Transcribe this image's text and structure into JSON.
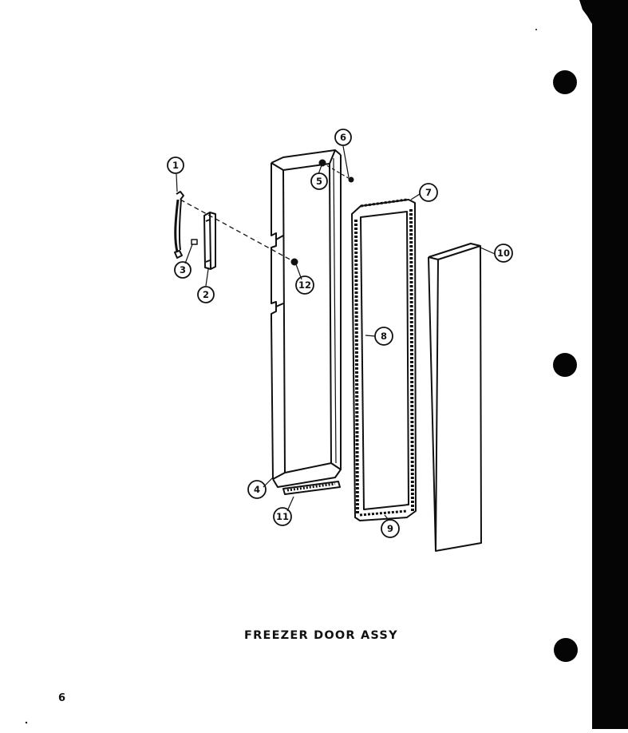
{
  "caption": "FREEZER DOOR ASSY",
  "page_number": "6",
  "callouts": [
    {
      "id": "c1",
      "label": "1",
      "part": "door-handle"
    },
    {
      "id": "c2",
      "label": "2",
      "part": "handle-mount-bracket"
    },
    {
      "id": "c3",
      "label": "3",
      "part": "small-clip"
    },
    {
      "id": "c4",
      "label": "4",
      "part": "outer-door-panel"
    },
    {
      "id": "c5",
      "label": "5",
      "part": "hinge-bushing"
    },
    {
      "id": "c6",
      "label": "6",
      "part": "screw"
    },
    {
      "id": "c7",
      "label": "7",
      "part": "door-gasket"
    },
    {
      "id": "c8",
      "label": "8",
      "part": "gasket-magnet"
    },
    {
      "id": "c9",
      "label": "9",
      "part": "gasket-bottom"
    },
    {
      "id": "c10",
      "label": "10",
      "part": "inner-door-liner"
    },
    {
      "id": "c11",
      "label": "11",
      "part": "bottom-trim-strip"
    },
    {
      "id": "c12",
      "label": "12",
      "part": "plug-button"
    }
  ],
  "colors": {
    "ink": "#111111",
    "paper": "#ffffff"
  }
}
